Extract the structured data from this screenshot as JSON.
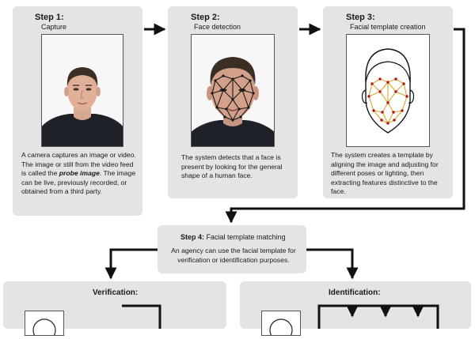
{
  "step1": {
    "title": "Step 1:",
    "subtitle": "Capture",
    "desc_a": "A camera captures an image or video. The image or still from the video feed is called the ",
    "desc_em": "probe image",
    "desc_b": ". The image can be live, previously recorded, or obtained from a third party."
  },
  "step2": {
    "title": "Step 2:",
    "subtitle": "Face detection",
    "desc": "The system detects that a face is present by looking for the general shape of a human face."
  },
  "step3": {
    "title": "Step 3:",
    "subtitle": "Facial template creation",
    "desc": "The system creates a template by aligning the image and adjusting for different poses or lighting, then extracting features distinctive to the face."
  },
  "step4": {
    "title": "Step 4:",
    "subtitle": "Facial template matching",
    "desc": "An agency can use the facial template for verification or identification purposes."
  },
  "verification": {
    "title": "Verification:"
  },
  "identification": {
    "title": "Identification:"
  },
  "colors": {
    "box_bg": "#e4e4e4",
    "arrow": "#111111",
    "mesh_dark": "#111111",
    "mesh_template": "#d9a430",
    "mesh_points": "#b01818"
  }
}
